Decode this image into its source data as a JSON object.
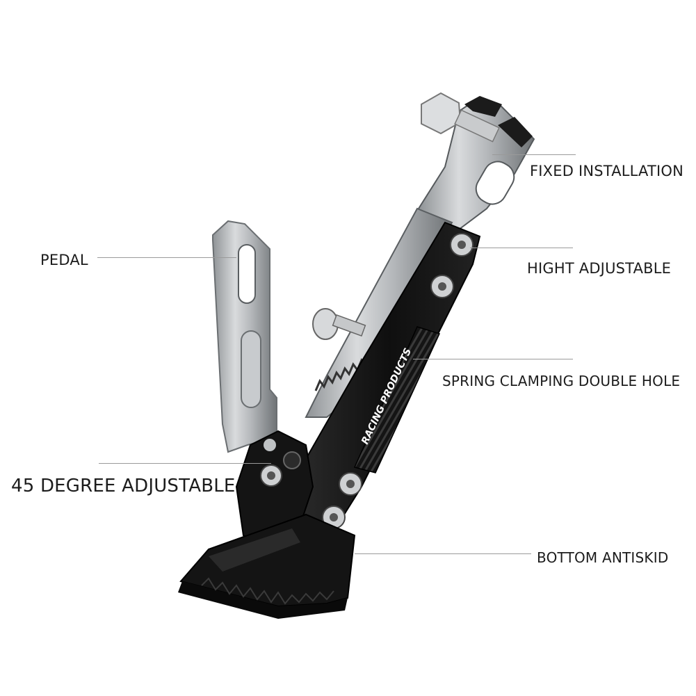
{
  "labels": {
    "fixed_installation": "FIXED INSTALLATION",
    "pedal": "PEDAL",
    "hight_adjustable": "HIGHT ADJUSTABLE",
    "spring_clamping": "SPRING CLAMPING DOUBLE HOLE",
    "degree_adjustable": "45 DEGREE ADJUSTABLE",
    "bottom_antiskid": "BOTTOM ANTISKID"
  },
  "product": {
    "logo_text": "RACING PRODUCTS"
  },
  "colors": {
    "silver": "#b8bbbe",
    "black": "#141414",
    "text": "#1c1c1c",
    "leader": "#9a9a9a"
  }
}
